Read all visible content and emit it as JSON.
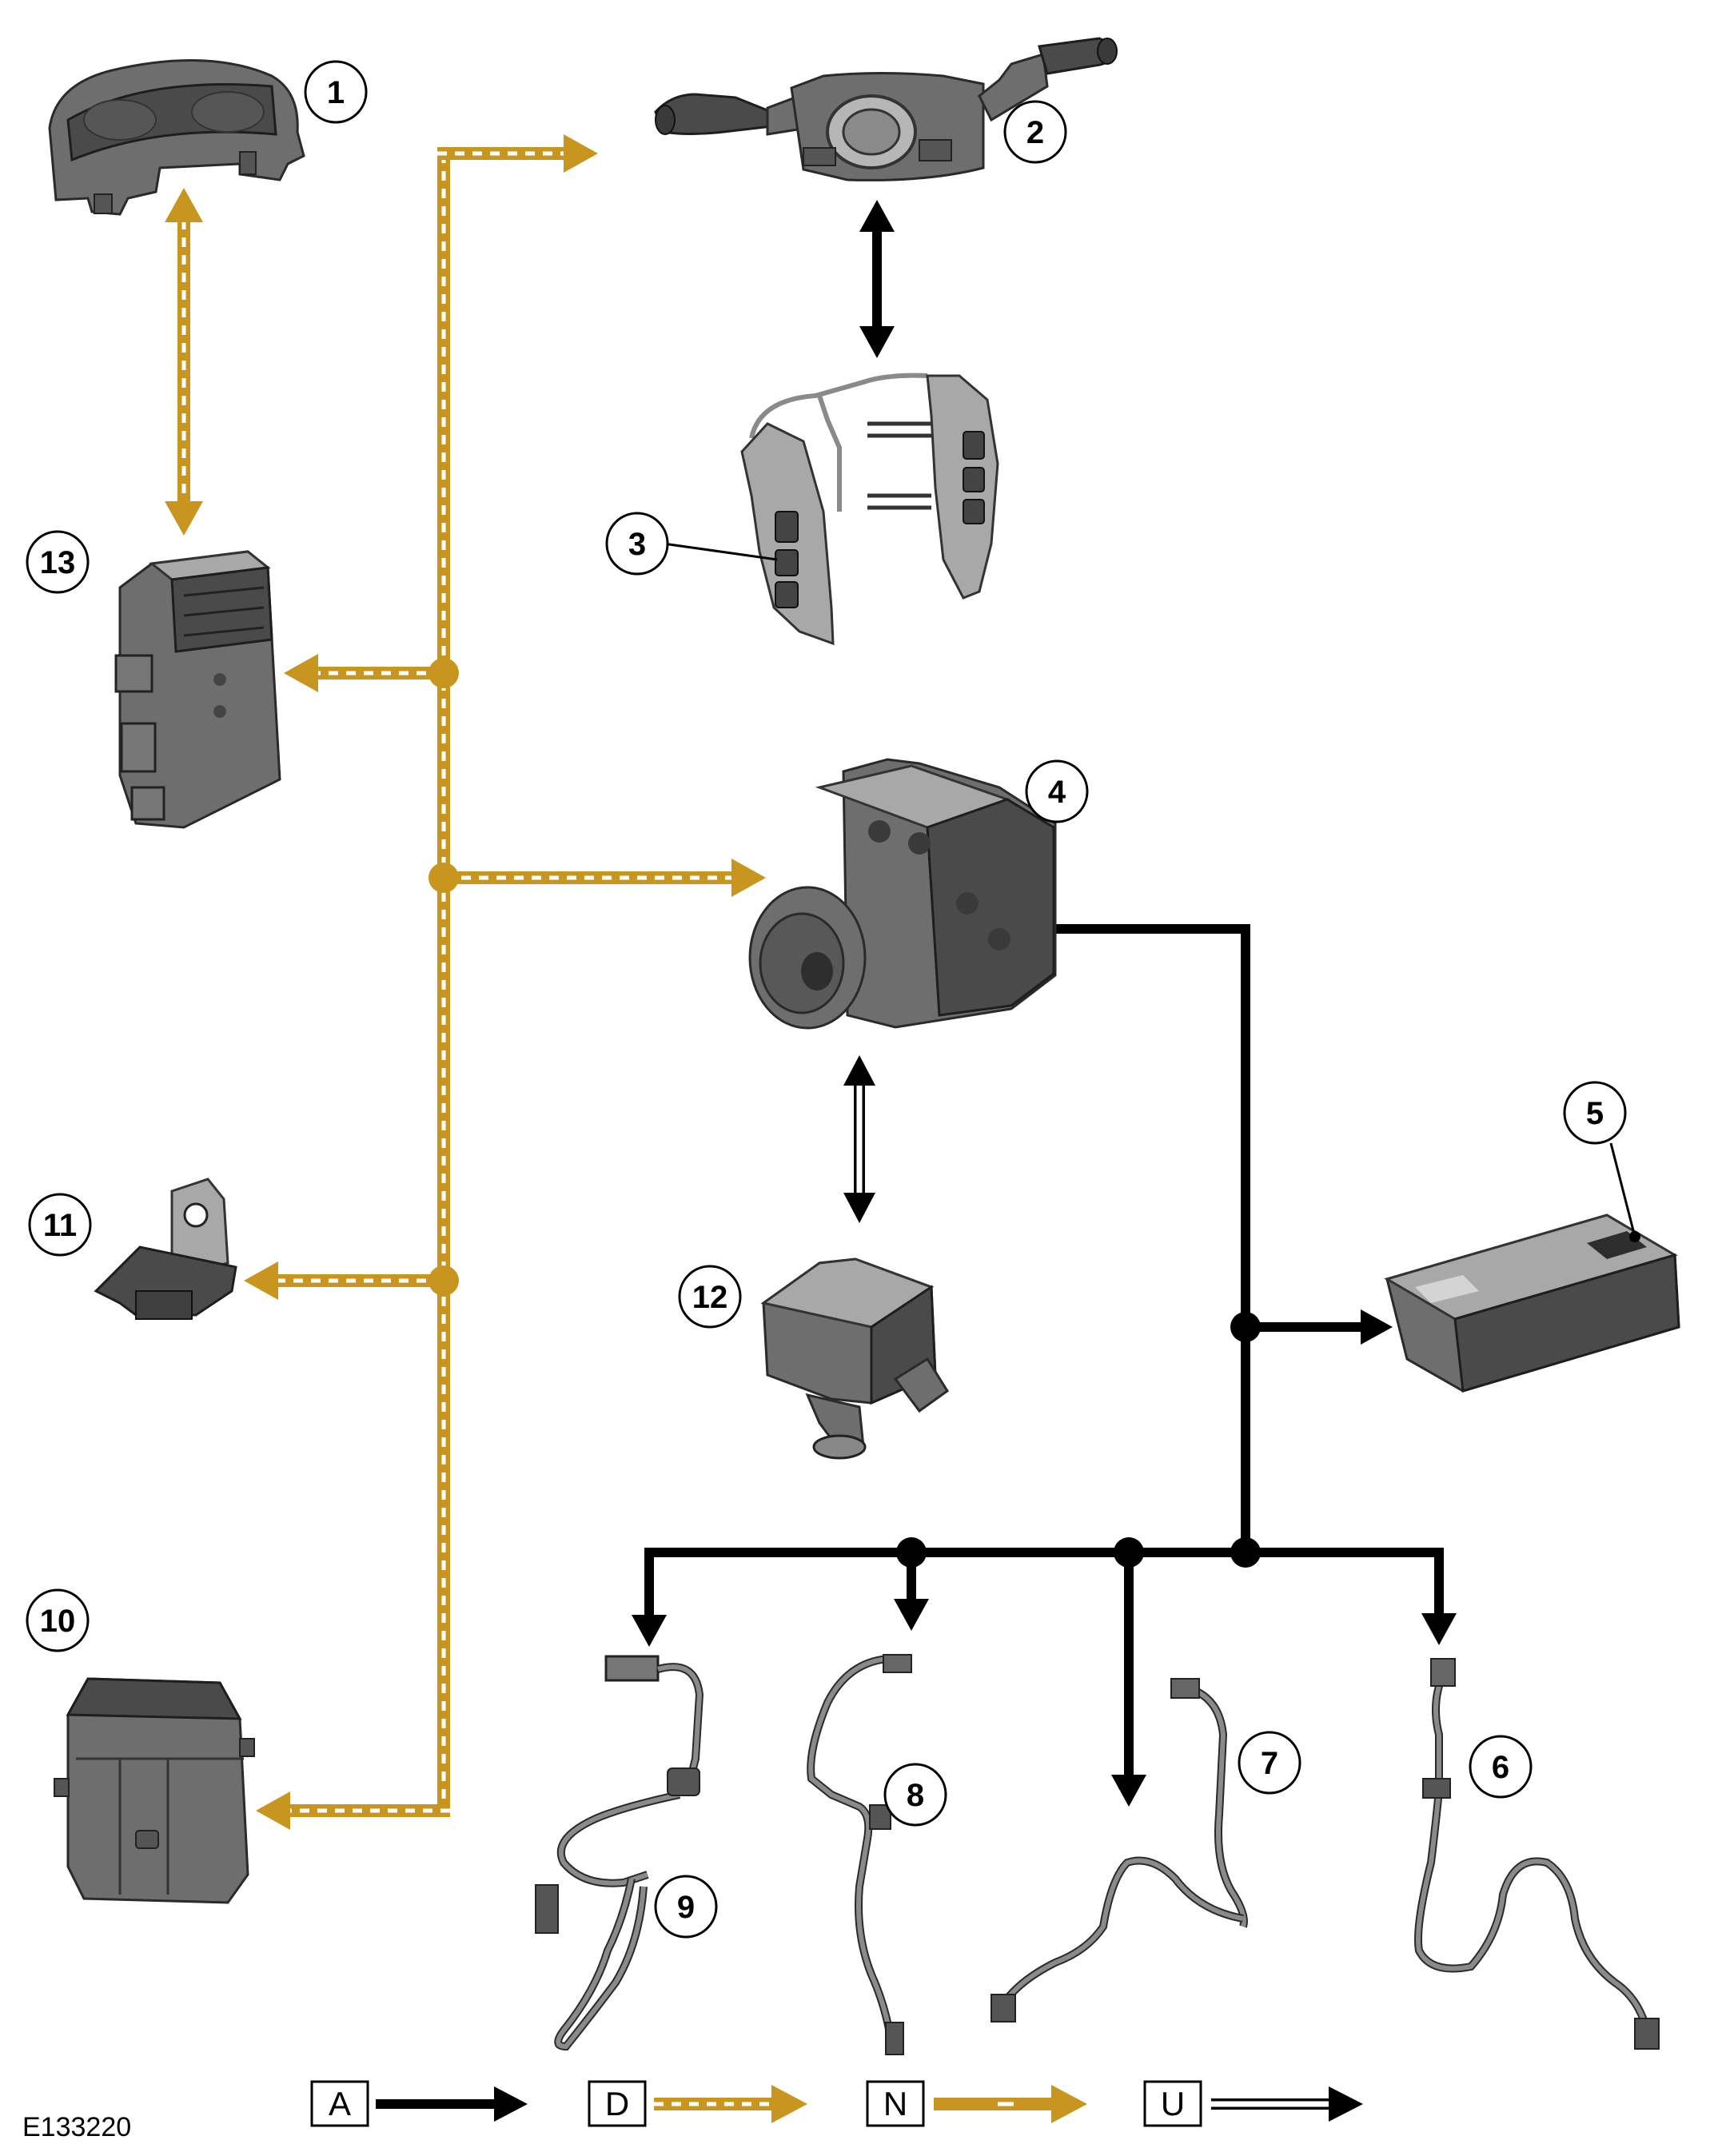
{
  "diagram": {
    "reference_code": "E133220",
    "callouts": [
      {
        "id": "1",
        "label": "1"
      },
      {
        "id": "2",
        "label": "2"
      },
      {
        "id": "3",
        "label": "3"
      },
      {
        "id": "4",
        "label": "4"
      },
      {
        "id": "5",
        "label": "5"
      },
      {
        "id": "6",
        "label": "6"
      },
      {
        "id": "7",
        "label": "7"
      },
      {
        "id": "8",
        "label": "8"
      },
      {
        "id": "9",
        "label": "9"
      },
      {
        "id": "10",
        "label": "10"
      },
      {
        "id": "11",
        "label": "11"
      },
      {
        "id": "12",
        "label": "12"
      },
      {
        "id": "13",
        "label": "13"
      }
    ],
    "legend": [
      {
        "key": "A",
        "line_style": "solid-black"
      },
      {
        "key": "D",
        "line_style": "dashed-gold"
      },
      {
        "key": "N",
        "line_style": "solid-gold-with-white-dash"
      },
      {
        "key": "U",
        "line_style": "hollow-double-line"
      }
    ],
    "colors": {
      "gold": "#c8961e",
      "black": "#000000",
      "component_grey": "#6e6e6e"
    }
  }
}
